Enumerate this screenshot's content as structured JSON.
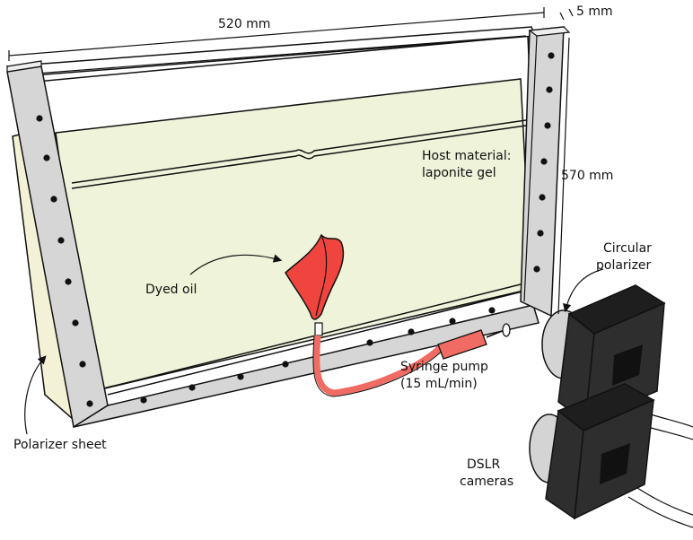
{
  "dimensions": {
    "width": "520 mm",
    "height": "570 mm",
    "thickness": "5 mm"
  },
  "labels": {
    "host_material_line1": "Host material:",
    "host_material_line2": "laponite gel",
    "dyed_oil": "Dyed oil",
    "syringe_pump_line1": "Syringe pump",
    "syringe_pump_line2": "(15 mL/min)",
    "polarizer_sheet": "Polarizer sheet",
    "circular_polarizer_line1": "Circular",
    "circular_polarizer_line2": "polarizer",
    "dslr_line1": "DSLR",
    "dslr_line2": "cameras"
  },
  "colors": {
    "gel": "#eef3d9",
    "frame": "#d6d6d6",
    "sheet": "#f4f2d6",
    "oil": "#f0443f",
    "tube": "#f06b63",
    "camera_body": "#2e2e2e",
    "camera_side": "#1e1e1e",
    "polarizer": "#d4d4d4"
  }
}
